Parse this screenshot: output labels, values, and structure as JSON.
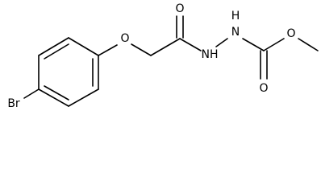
{
  "atoms": {
    "bromine": "Br",
    "ether_oxygen": "O",
    "amide_oxygen": "O",
    "nh_left": "NH",
    "nh_right": "N",
    "nh_right_h": "H",
    "carbamate_oxygen_carbonyl": "O",
    "carbamate_oxygen_ester": "O"
  },
  "colors": {
    "ink": "#000000",
    "background": "#ffffff"
  }
}
